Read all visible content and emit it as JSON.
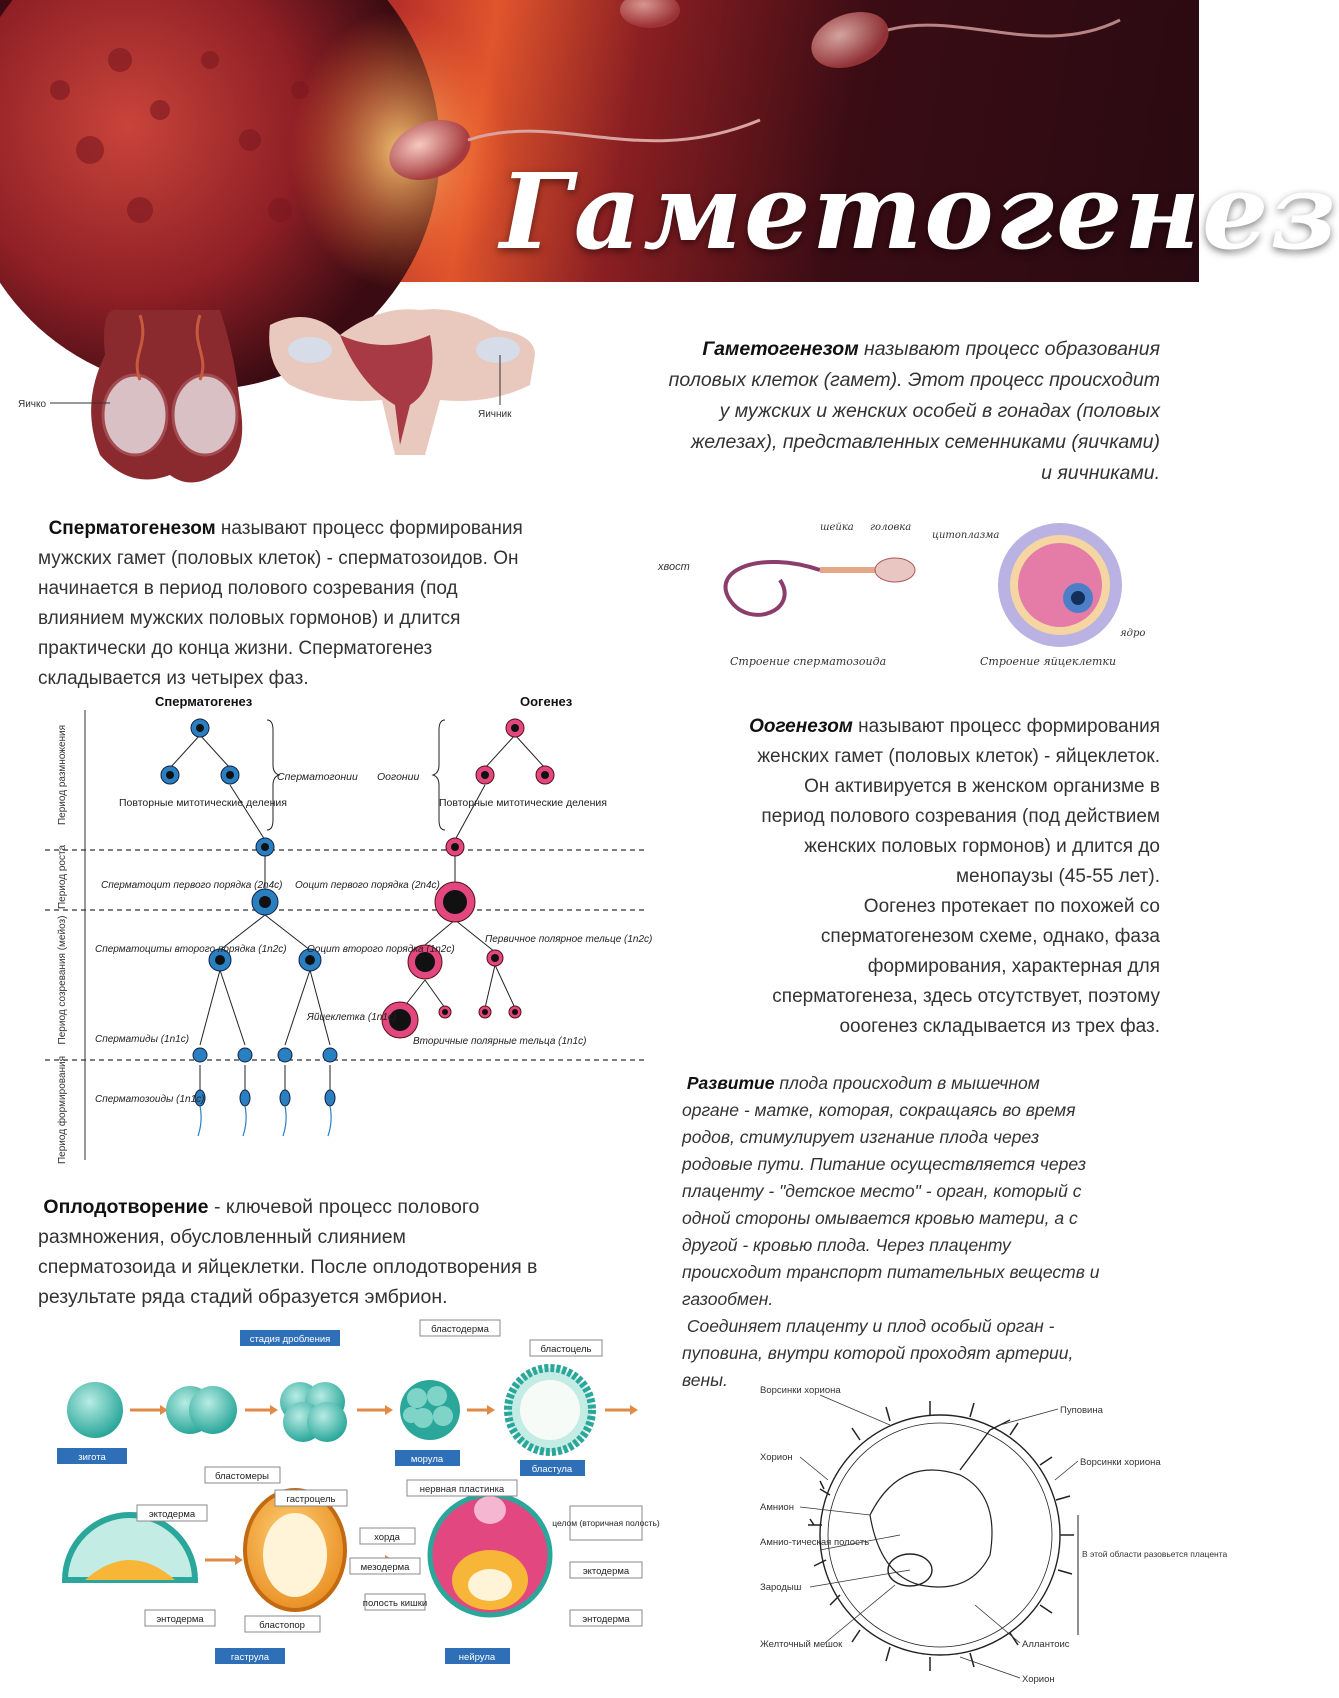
{
  "banner": {
    "title": "Гаметогенез"
  },
  "intro": {
    "term": "Гаметогенезом",
    "lines": [
      "называют процесс образования",
      "половых клеток (гамет). Этот процесс происходит",
      "у мужских и женских особей в гонадах (половых",
      "железах), представленных семенниками (яичками)",
      "и яичниками."
    ],
    "label_testis": "Яичко",
    "label_ovary": "Яичник"
  },
  "spermatogenesis_text": {
    "term": "Сперматогенезом",
    "lines": [
      "называют процесс формирования",
      "мужских гамет (половых клеток) - сперматозоидов. Он",
      "начинается в период полового созревания (под",
      "влиянием мужских половых гормонов) и длится",
      "практически до конца жизни. Сперматогенез",
      "складывается из четырех фаз."
    ]
  },
  "cells_figure": {
    "sperm_labels": {
      "tail": "хвост",
      "neck": "шейка",
      "head": "головка",
      "caption": "Строение сперматозоида"
    },
    "egg_labels": {
      "cytoplasm": "цитоплазма",
      "nucleus": "ядро",
      "caption": "Строение яйцеклетки"
    }
  },
  "scheme": {
    "title_sperm": "Сперматогенез",
    "title_oo": "Оогенез",
    "periods": [
      "Период размножения",
      "Период роста",
      "Период созревания (мейоз)",
      "Период формирования"
    ],
    "mitotic_left": "Повторные митотические деления",
    "mitotic_right": "Повторные митотические деления",
    "spermatogonia": "Сперматогонии",
    "oogonia": "Оогонии",
    "spermatocyte1": "Сперматоцит первого порядка (2n4c)",
    "oocyte1": "Ооцит первого порядка (2n4c)",
    "spermatocyte2": "Сперматоциты второго порядка (1n2c)",
    "oocyte2": "Ооцит второго порядка (1n2c)",
    "polar1": "Первичное полярное тельце (1n2c)",
    "egg": "Яйцеклетка (1n1c)",
    "polar2": "Вторичные полярные тельца (1n1c)",
    "spermatids": "Сперматиды (1n1c)",
    "spermatozoa": "Сперматозоиды (1n1c)"
  },
  "oogenesis_text": {
    "term": "Оогенезом",
    "lines": [
      "называют процесс формирования",
      "женских гамет (половых клеток) - яйцеклеток.",
      "Он активируется в женском организме в",
      "период полового созревания (под действием",
      "женских половых гормонов) и длится до",
      "менопаузы (45-55 лет).",
      "Оогенез протекает по похожей со",
      "сперматогенезом схеме, однако, фаза",
      "формирования, характерная для",
      "сперматогенеза, здесь отсутствует, поэтому",
      "ооогенез складывается из трех фаз."
    ]
  },
  "development_text": {
    "term": "Развитие",
    "lines": [
      "плода происходит в мышечном",
      "органе - матке, которая, сокращаясь во время",
      "родов, стимулирует изгнание плода через",
      "родовые пути. Питание осуществляется через",
      "плаценту - \"детское место\" - орган, который с",
      "одной стороны омывается кровью матери, а с",
      "другой - кровью плода. Через плаценту",
      "происходит транспорт питательных веществ и",
      "газообмен.",
      "Соединяет плаценту и плод особый орган -",
      "пуповина, внутри которой проходят артерии,",
      "вены."
    ]
  },
  "fertilization_text": {
    "term": "Оплодотворение",
    "lines": [
      "- ключевой процесс полового",
      "размножения, обусловленный слиянием",
      "сперматозоида и яйцеклетки. После оплодотворения в",
      "результате ряда стадий образуется эмбрион."
    ]
  },
  "embryo_figure": {
    "labels": {
      "cleavage": "стадия дробления",
      "zygote": "зигота",
      "blastomeres": "бластомеры",
      "morula": "морула",
      "blastoderm": "бластодерма",
      "blastocoel": "бластоцель",
      "blastula": "бластула",
      "ectoderm": "эктодерма",
      "gastrocoel": "гастроцель",
      "endoderm": "энтодерма",
      "blastopore": "бластопор",
      "gastrula": "гаструла",
      "neural_plate": "нервная пластинка",
      "notochord": "хорда",
      "mesoderm": "мезодерма",
      "gut": "полость кишки",
      "coelom": "целом (вторичная полость)",
      "ectoderm2": "эктодерма",
      "endoderm2": "энтодерма",
      "neurula": "нейрула"
    }
  },
  "fetus_figure": {
    "labels": {
      "villi1": "Ворсинки хориона",
      "chorion1": "Хорион",
      "amnion": "Амнион",
      "amniotic": "Амнио-тическая полость",
      "embryo": "Зародыш",
      "yolk": "Желточный мешок",
      "cord": "Пуповина",
      "villi2": "Ворсинки хориона",
      "placenta_area": "В этой области разовьется плацента",
      "allantois": "Аллантоис",
      "chorion2": "Хорион"
    }
  }
}
